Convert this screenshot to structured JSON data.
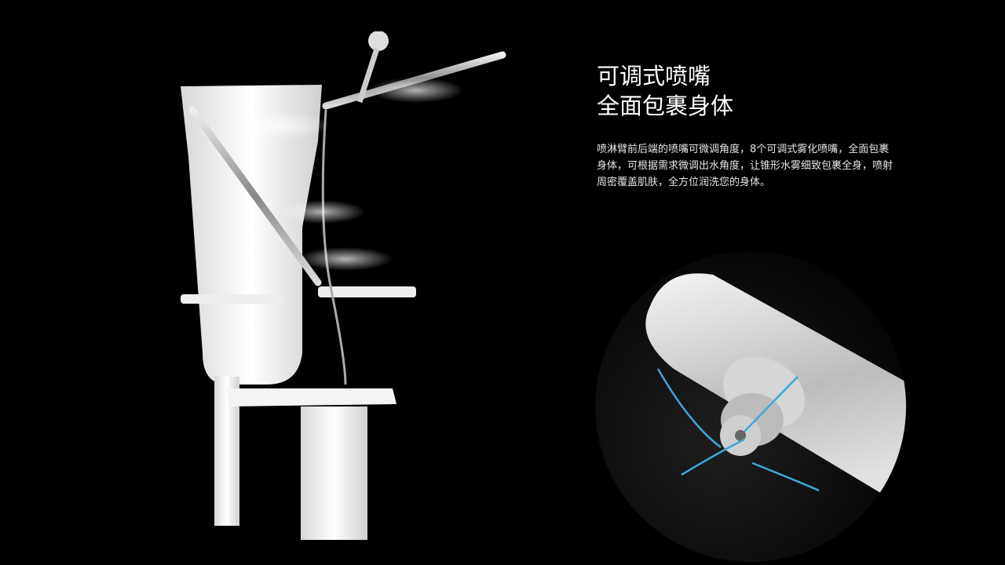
{
  "heading": {
    "line1": "可调式喷嘴",
    "line2": "全面包裹身体"
  },
  "description": "喷淋臂前后端的喷嘴可微调角度，8个可调式雾化喷嘴，全面包裹身体，可根据需求微调出水角度，让锥形水雾细致包裹全身，喷射周密覆盖肌肤，全方位润洗您的身体。",
  "colors": {
    "background": "#000000",
    "accent_arrow": "#3aa9d8"
  }
}
